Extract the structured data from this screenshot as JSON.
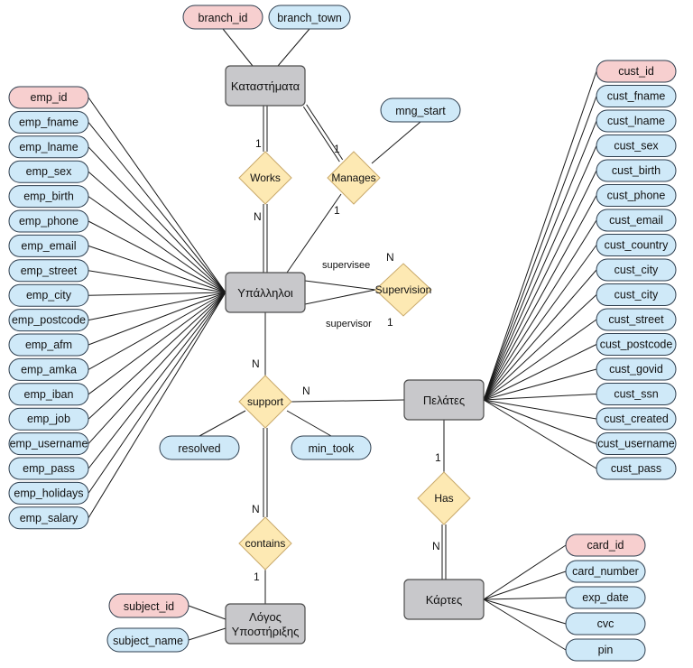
{
  "colors": {
    "entity_fill": "#c8c8cb",
    "entity_stroke": "#4d4d4d",
    "attr_fill": "#cfe9f8",
    "key_fill": "#f7cfcf",
    "attr_stroke": "#2f3f4f",
    "rel_fill": "#fde9b3",
    "rel_stroke": "#c9a96a",
    "line": "#1a1a1a"
  },
  "entities": {
    "stores": "Καταστήματα",
    "employees": "Υπάλληλοι",
    "customers": "Πελάτες",
    "cards": "Κάρτες",
    "support_reason_1": "Λόγος",
    "support_reason_2": "Υποστήριξης"
  },
  "relationships": {
    "works": "Works",
    "manages": "Manages",
    "supervision": "Supervision",
    "support": "support",
    "contains": "contains",
    "has": "Has"
  },
  "store_attributes": {
    "branch_id": "branch_id",
    "branch_town": "branch_town",
    "mng_start": "mng_start"
  },
  "employee_attributes": [
    "emp_id",
    "emp_fname",
    "emp_lname",
    "emp_sex",
    "emp_birth",
    "emp_phone",
    "emp_email",
    "emp_street",
    "emp_city",
    "emp_postcode",
    "emp_afm",
    "emp_amka",
    "emp_iban",
    "emp_job",
    "emp_username",
    "emp_pass",
    "emp_holidays",
    "emp_salary"
  ],
  "customer_attributes": [
    "cust_id",
    "cust_fname",
    "cust_lname",
    "cust_sex",
    "cust_birth",
    "cust_phone",
    "cust_email",
    "cust_country",
    "cust_city",
    "cust_city",
    "cust_street",
    "cust_postcode",
    "cust_govid",
    "cust_ssn",
    "cust_created",
    "cust_username",
    "cust_pass"
  ],
  "support_attributes": {
    "resolved": "resolved",
    "min_took": "min_took"
  },
  "reason_attributes": {
    "subject_id": "subject_id",
    "subject_name": "subject_name"
  },
  "card_attributes": [
    "card_id",
    "card_number",
    "exp_date",
    "cvc",
    "pin"
  ],
  "cardinalities": {
    "works_store": "1",
    "works_emp": "N",
    "manages_store": "1",
    "manages_emp": "1",
    "supervisee_n": "N",
    "supervisor_1": "1",
    "support_emp": "N",
    "support_cust": "N",
    "contains_support": "N",
    "contains_reason": "1",
    "has_cust": "1",
    "has_card": "N"
  },
  "role_labels": {
    "supervisee": "supervisee",
    "supervisor": "supervisor"
  }
}
